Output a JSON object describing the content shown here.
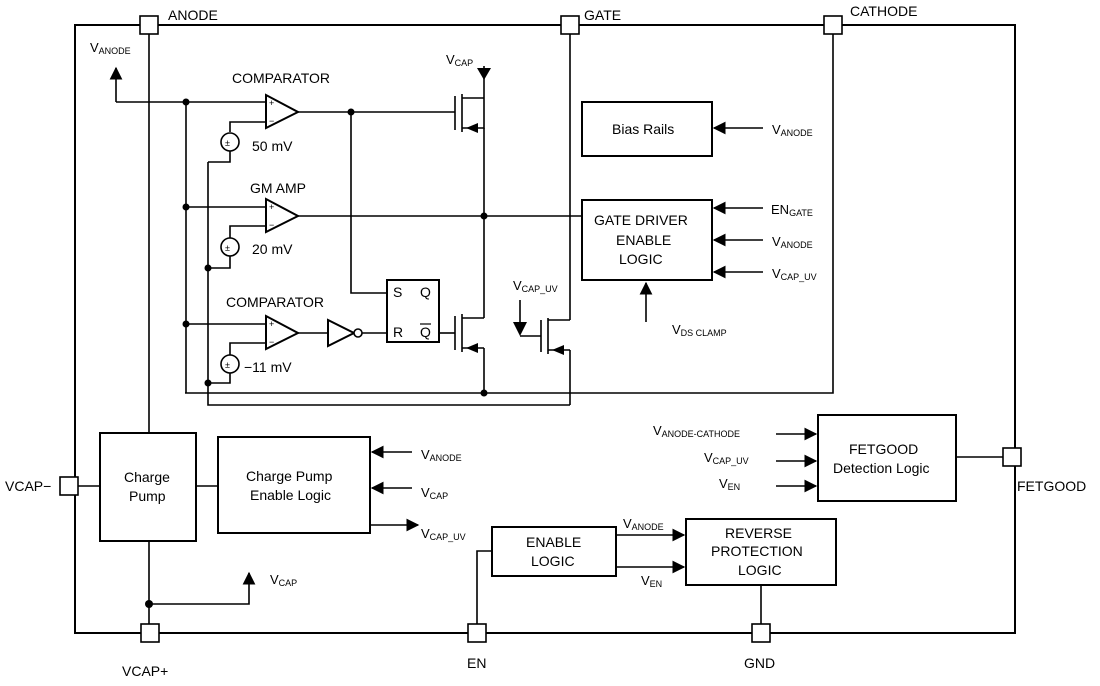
{
  "pins": {
    "anode": "ANODE",
    "gate": "GATE",
    "cathode": "CATHODE",
    "vcap_minus": "VCAP−",
    "fetgood": "FETGOOD",
    "vcap_plus": "VCAP+",
    "en": "EN",
    "gnd": "GND"
  },
  "labels": {
    "comparator1": "COMPARATOR",
    "gm_amp": "GM AMP",
    "comparator2": "COMPARATOR",
    "v50": "50 mV",
    "v20": "20 mV",
    "vm11": "−11 mV",
    "latch_s": "S",
    "latch_q": "Q",
    "latch_r": "R",
    "latch_qbar": "Q"
  },
  "blocks": {
    "bias_rails": "Bias Rails",
    "gate_driver_l1": "GATE DRIVER",
    "gate_driver_l2": "ENABLE",
    "gate_driver_l3": "LOGIC",
    "charge_pump_l1": "Charge",
    "charge_pump_l2": "Pump",
    "cp_enable_l1": "Charge Pump",
    "cp_enable_l2": "Enable Logic",
    "enable_logic_l1": "ENABLE",
    "enable_logic_l2": "LOGIC",
    "reverse_l1": "REVERSE",
    "reverse_l2": "PROTECTION",
    "reverse_l3": "LOGIC",
    "fetgood_l1": "FETGOOD",
    "fetgood_l2": "Detection Logic"
  },
  "signals": {
    "v": "V",
    "anode_sub": "ANODE",
    "cap_sub": "CAP",
    "cap_uv_sub": "CAP_UV",
    "en_sub": "EN",
    "gate_sub": "GATE",
    "ds_clamp_sub": "DS CLAMP",
    "anode_cathode_sub": "ANODE-CATHODE",
    "en_prefix": "EN"
  }
}
